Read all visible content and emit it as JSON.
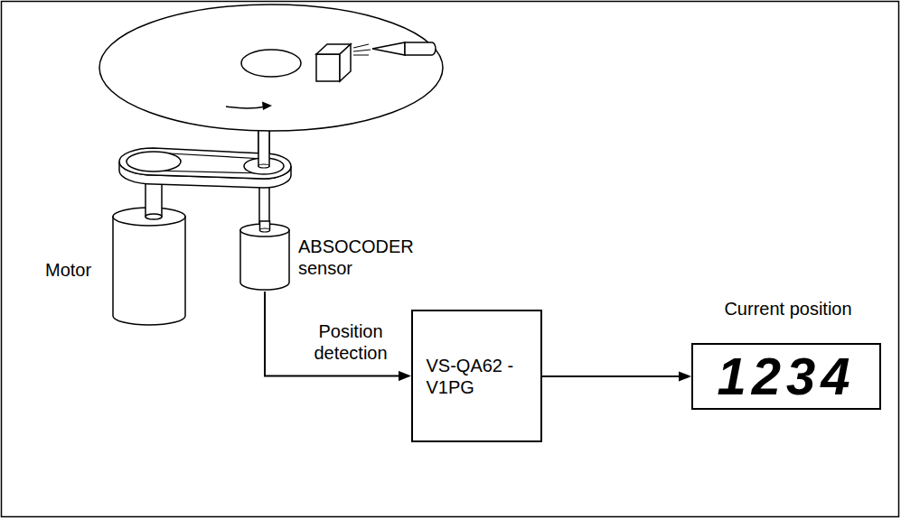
{
  "diagram": {
    "nodes": [
      {
        "text": [
          "ABSOCODER sensor"
        ]
      },
      {
        "text": [
          "VS-QA62 -V1PG"
        ]
      },
      {
        "text": [
          "Current position",
          "1234"
        ]
      }
    ],
    "edges": [
      {
        "from": 0,
        "to": 1,
        "label": "Position detection",
        "arrow": "to"
      },
      {
        "from": 1,
        "to": 2,
        "arrow": "to"
      }
    ],
    "labels": [
      "Motor"
    ]
  }
}
